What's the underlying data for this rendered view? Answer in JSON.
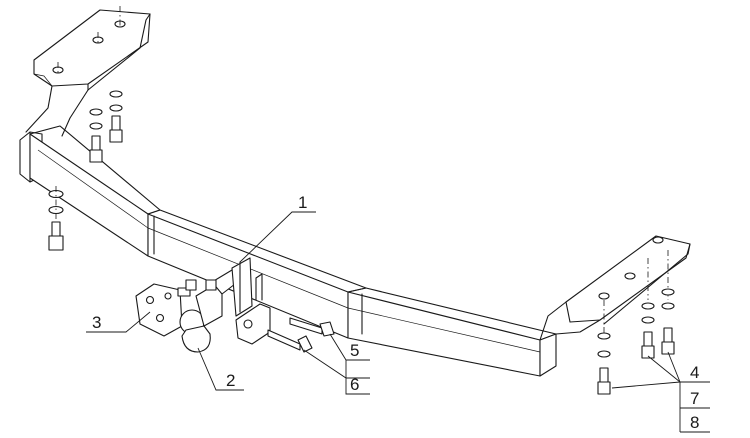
{
  "diagram": {
    "type": "exploded-assembly-drawing",
    "callouts": [
      {
        "id": "c1",
        "label": "1"
      },
      {
        "id": "c2",
        "label": "2"
      },
      {
        "id": "c3",
        "label": "3"
      },
      {
        "id": "c4",
        "label": "4"
      },
      {
        "id": "c5",
        "label": "5"
      },
      {
        "id": "c6",
        "label": "6"
      },
      {
        "id": "c7",
        "label": "7"
      },
      {
        "id": "c8",
        "label": "8"
      }
    ]
  }
}
